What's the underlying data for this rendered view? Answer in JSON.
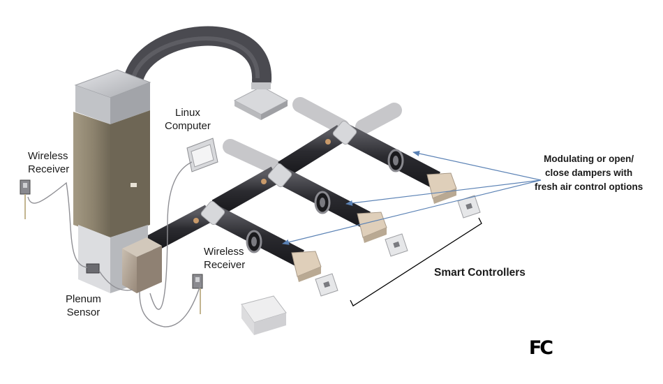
{
  "labels": {
    "wireless_receiver_left": [
      "Wireless",
      "Receiver"
    ],
    "wireless_receiver_center": [
      "Wireless",
      "Receiver"
    ],
    "linux_computer": [
      "Linux",
      "Computer"
    ],
    "plenum_sensor": [
      "Plenum",
      "Sensor"
    ],
    "dampers_note": [
      "Modulating or open/",
      "close dampers with",
      "fresh air control options"
    ],
    "smart_controllers": "Smart Controllers"
  },
  "logo": {
    "text": "FC"
  },
  "colors": {
    "duct": "#2e2e32",
    "flex_duct": "#4a4a50",
    "air_handler_cabinet": "#8e8470",
    "air_handler_top": "#c9cacd",
    "junction_box": "#b2a79a",
    "callout_arrow": "#5b82b5",
    "bracket": "#000000"
  }
}
